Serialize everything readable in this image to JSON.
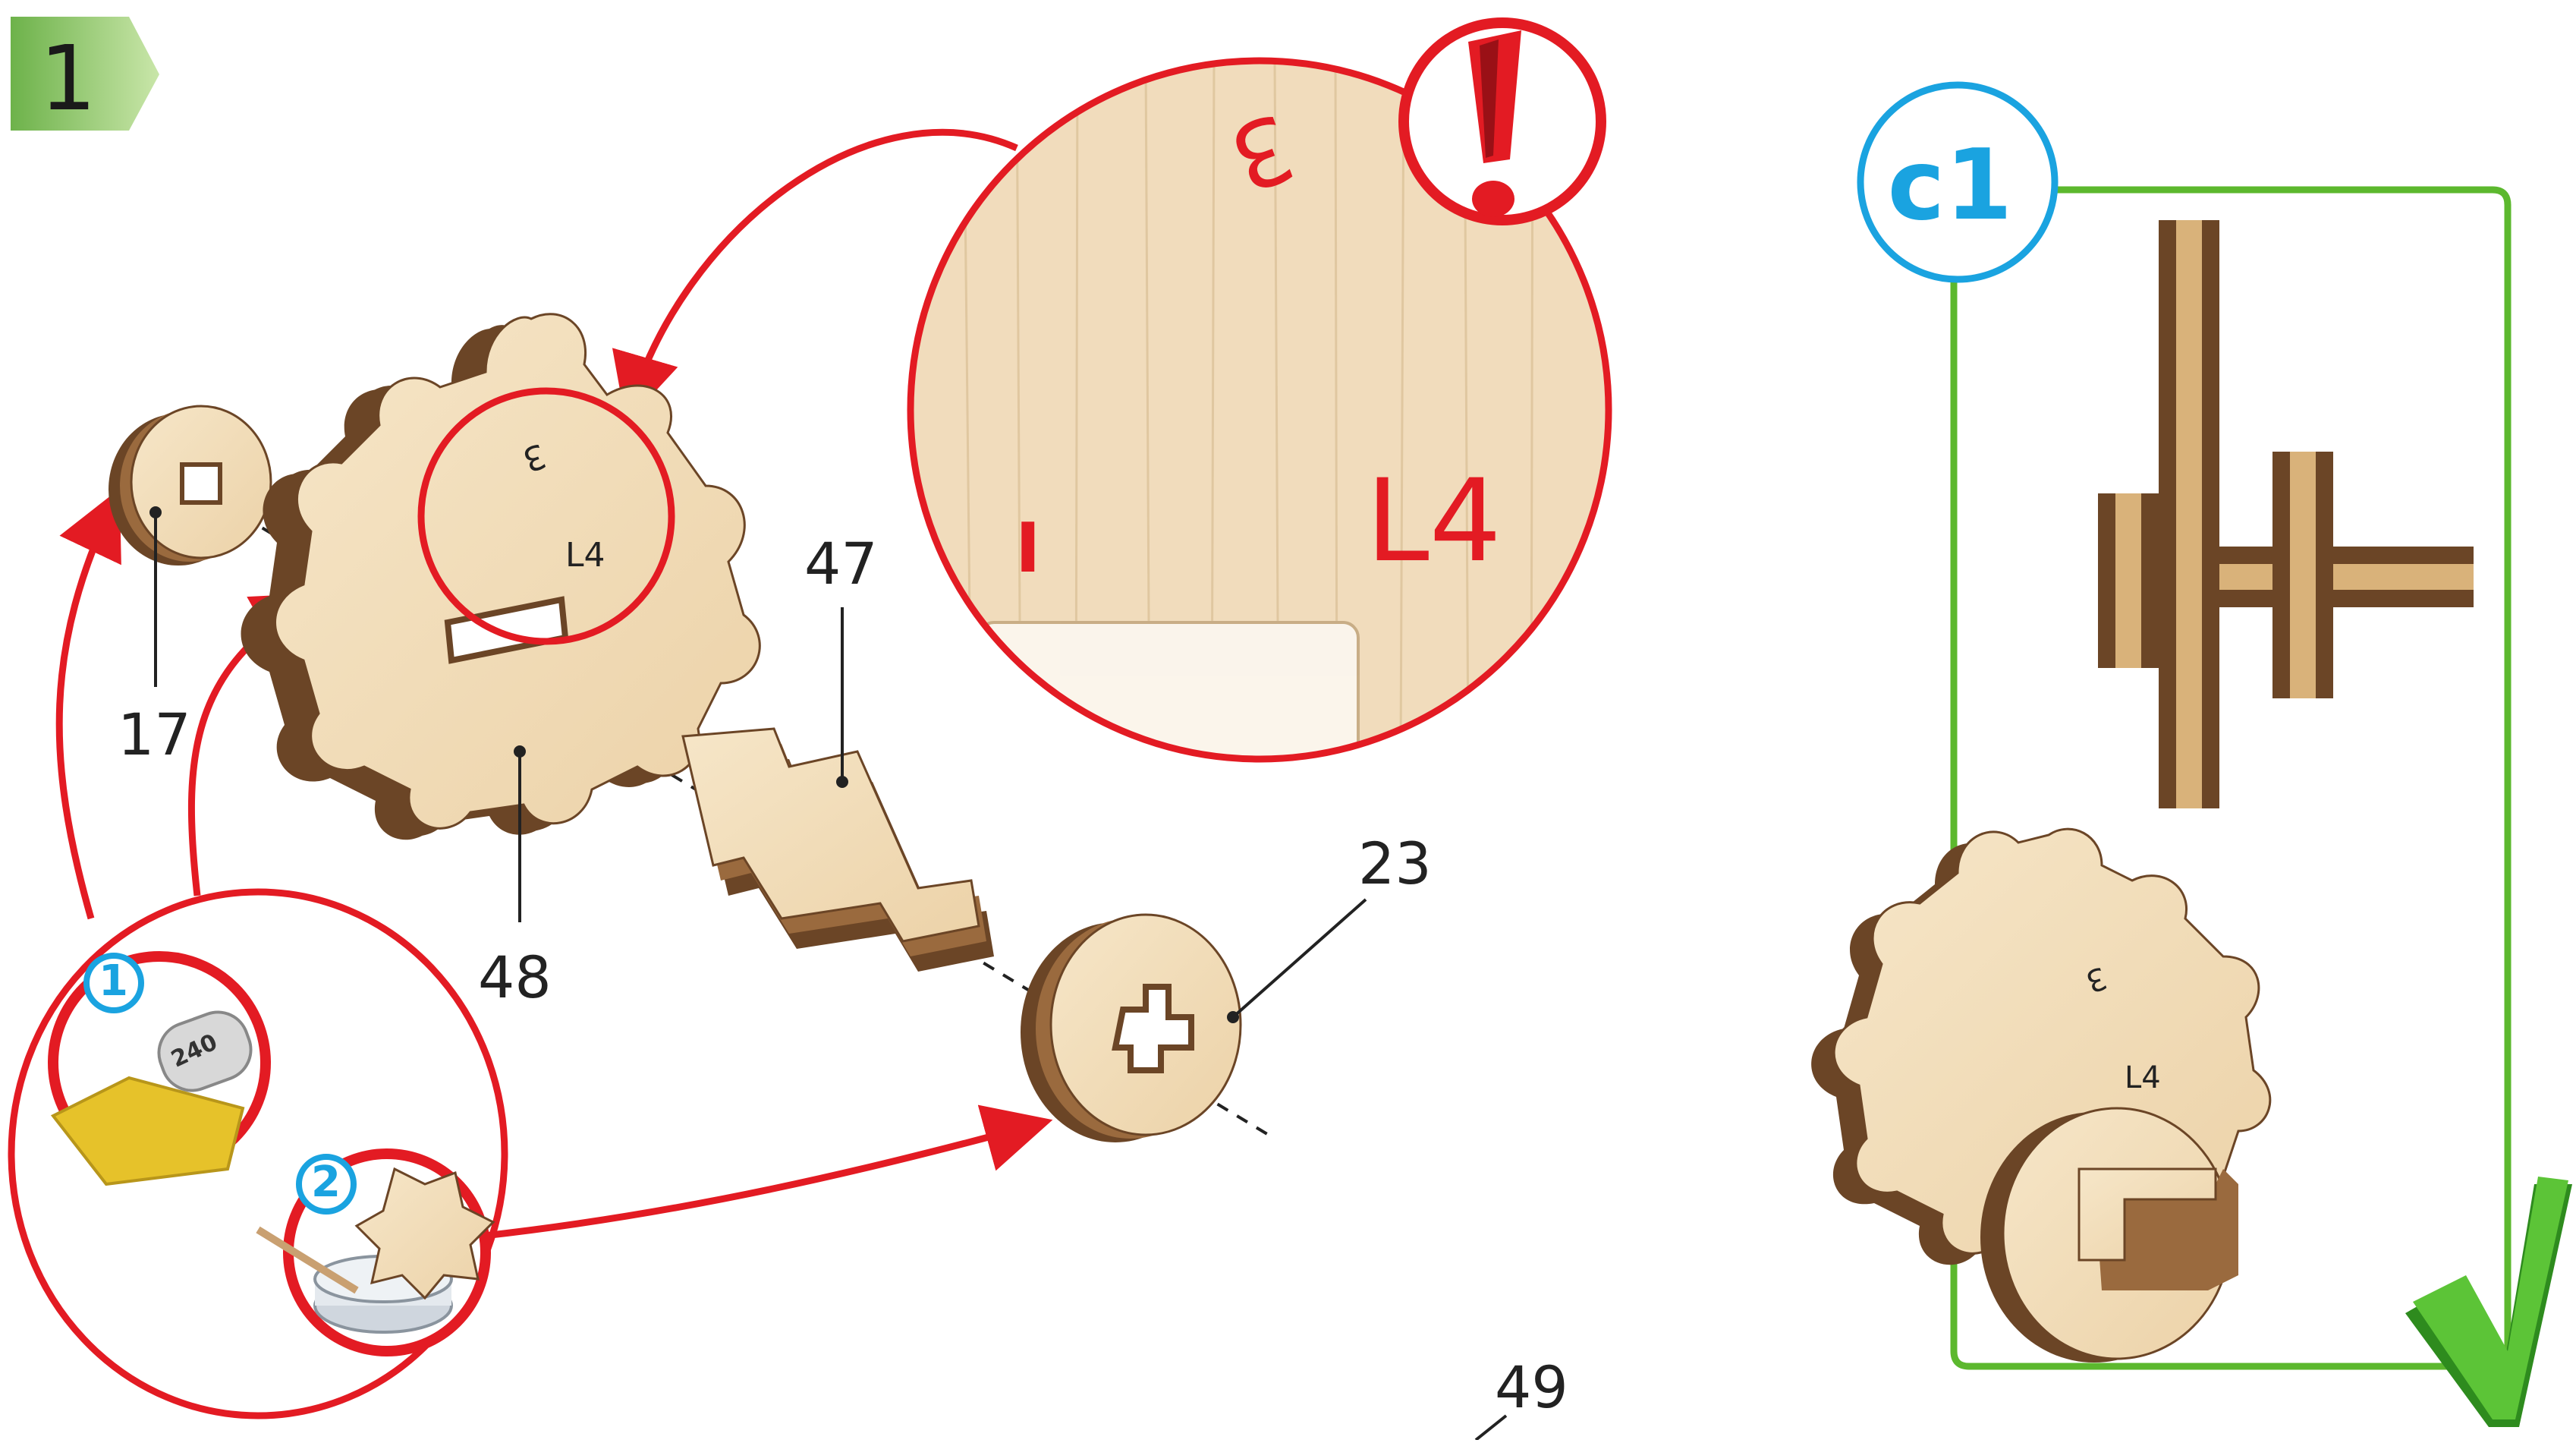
{
  "step": {
    "number": "1"
  },
  "parts": {
    "p17": "17",
    "p48": "48",
    "p47": "47",
    "p23": "23",
    "p49": "49"
  },
  "zoom": {
    "mark_l4": "L4",
    "mark_3": "3",
    "mark_i": "I"
  },
  "piece_marks": {
    "gear_l4": "L4",
    "gear_3": "3"
  },
  "prep": {
    "step1": "1",
    "step2": "2",
    "sandpaper_grit": "240"
  },
  "check": {
    "label": "c1"
  },
  "colors": {
    "accent_red": "#e31b23",
    "accent_blue": "#1aa3e0",
    "frame_green": "#5cb82e",
    "badge_green": "#8cc66a",
    "wood_light": "#f3dfc0",
    "wood_dark": "#6b4526"
  },
  "icons": [
    "warning-exclamation-icon",
    "checkmark-icon",
    "sandpaper-icon",
    "glue-icon"
  ]
}
